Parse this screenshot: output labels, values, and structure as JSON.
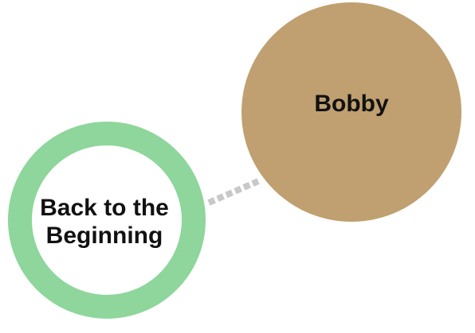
{
  "nodes": {
    "bobby": {
      "label": "Bobby",
      "color": "#c0a070"
    },
    "back_to_beginning": {
      "label": "Back to the Beginning",
      "ring_color": "#8ed69b",
      "fill_color": "#ffffff"
    }
  },
  "connection": {
    "style": "dashed",
    "color": "#c8c8c8"
  }
}
